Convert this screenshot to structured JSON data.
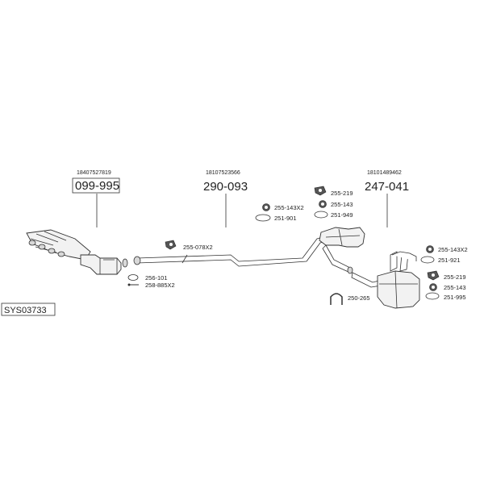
{
  "system_code": "SYS03733",
  "main_parts": [
    {
      "oe": "18407527819",
      "number": "099-995"
    },
    {
      "oe": "18107523566",
      "number": "290-093"
    },
    {
      "oe": "18101489462",
      "number": "247-041"
    }
  ],
  "part_labels": {
    "p255_078x2": "255-078X2",
    "p256_101": "256-101",
    "p258_885x2": "258-885X2",
    "p255_143x2_a": "255-143X2",
    "p251_901": "251-901",
    "p255_219_a": "255-219",
    "p255_143_a": "255-143",
    "p251_949": "251-949",
    "p250_265": "250-265",
    "p255_143x2_b": "255-143X2",
    "p251_921": "251-921",
    "p255_219_b": "255-219",
    "p255_143_b": "255-143",
    "p251_995": "251-995"
  },
  "icons": [
    "clamp-icon",
    "rubber-ring-icon",
    "gasket-icon",
    "bolt-icon",
    "bracket-icon"
  ]
}
